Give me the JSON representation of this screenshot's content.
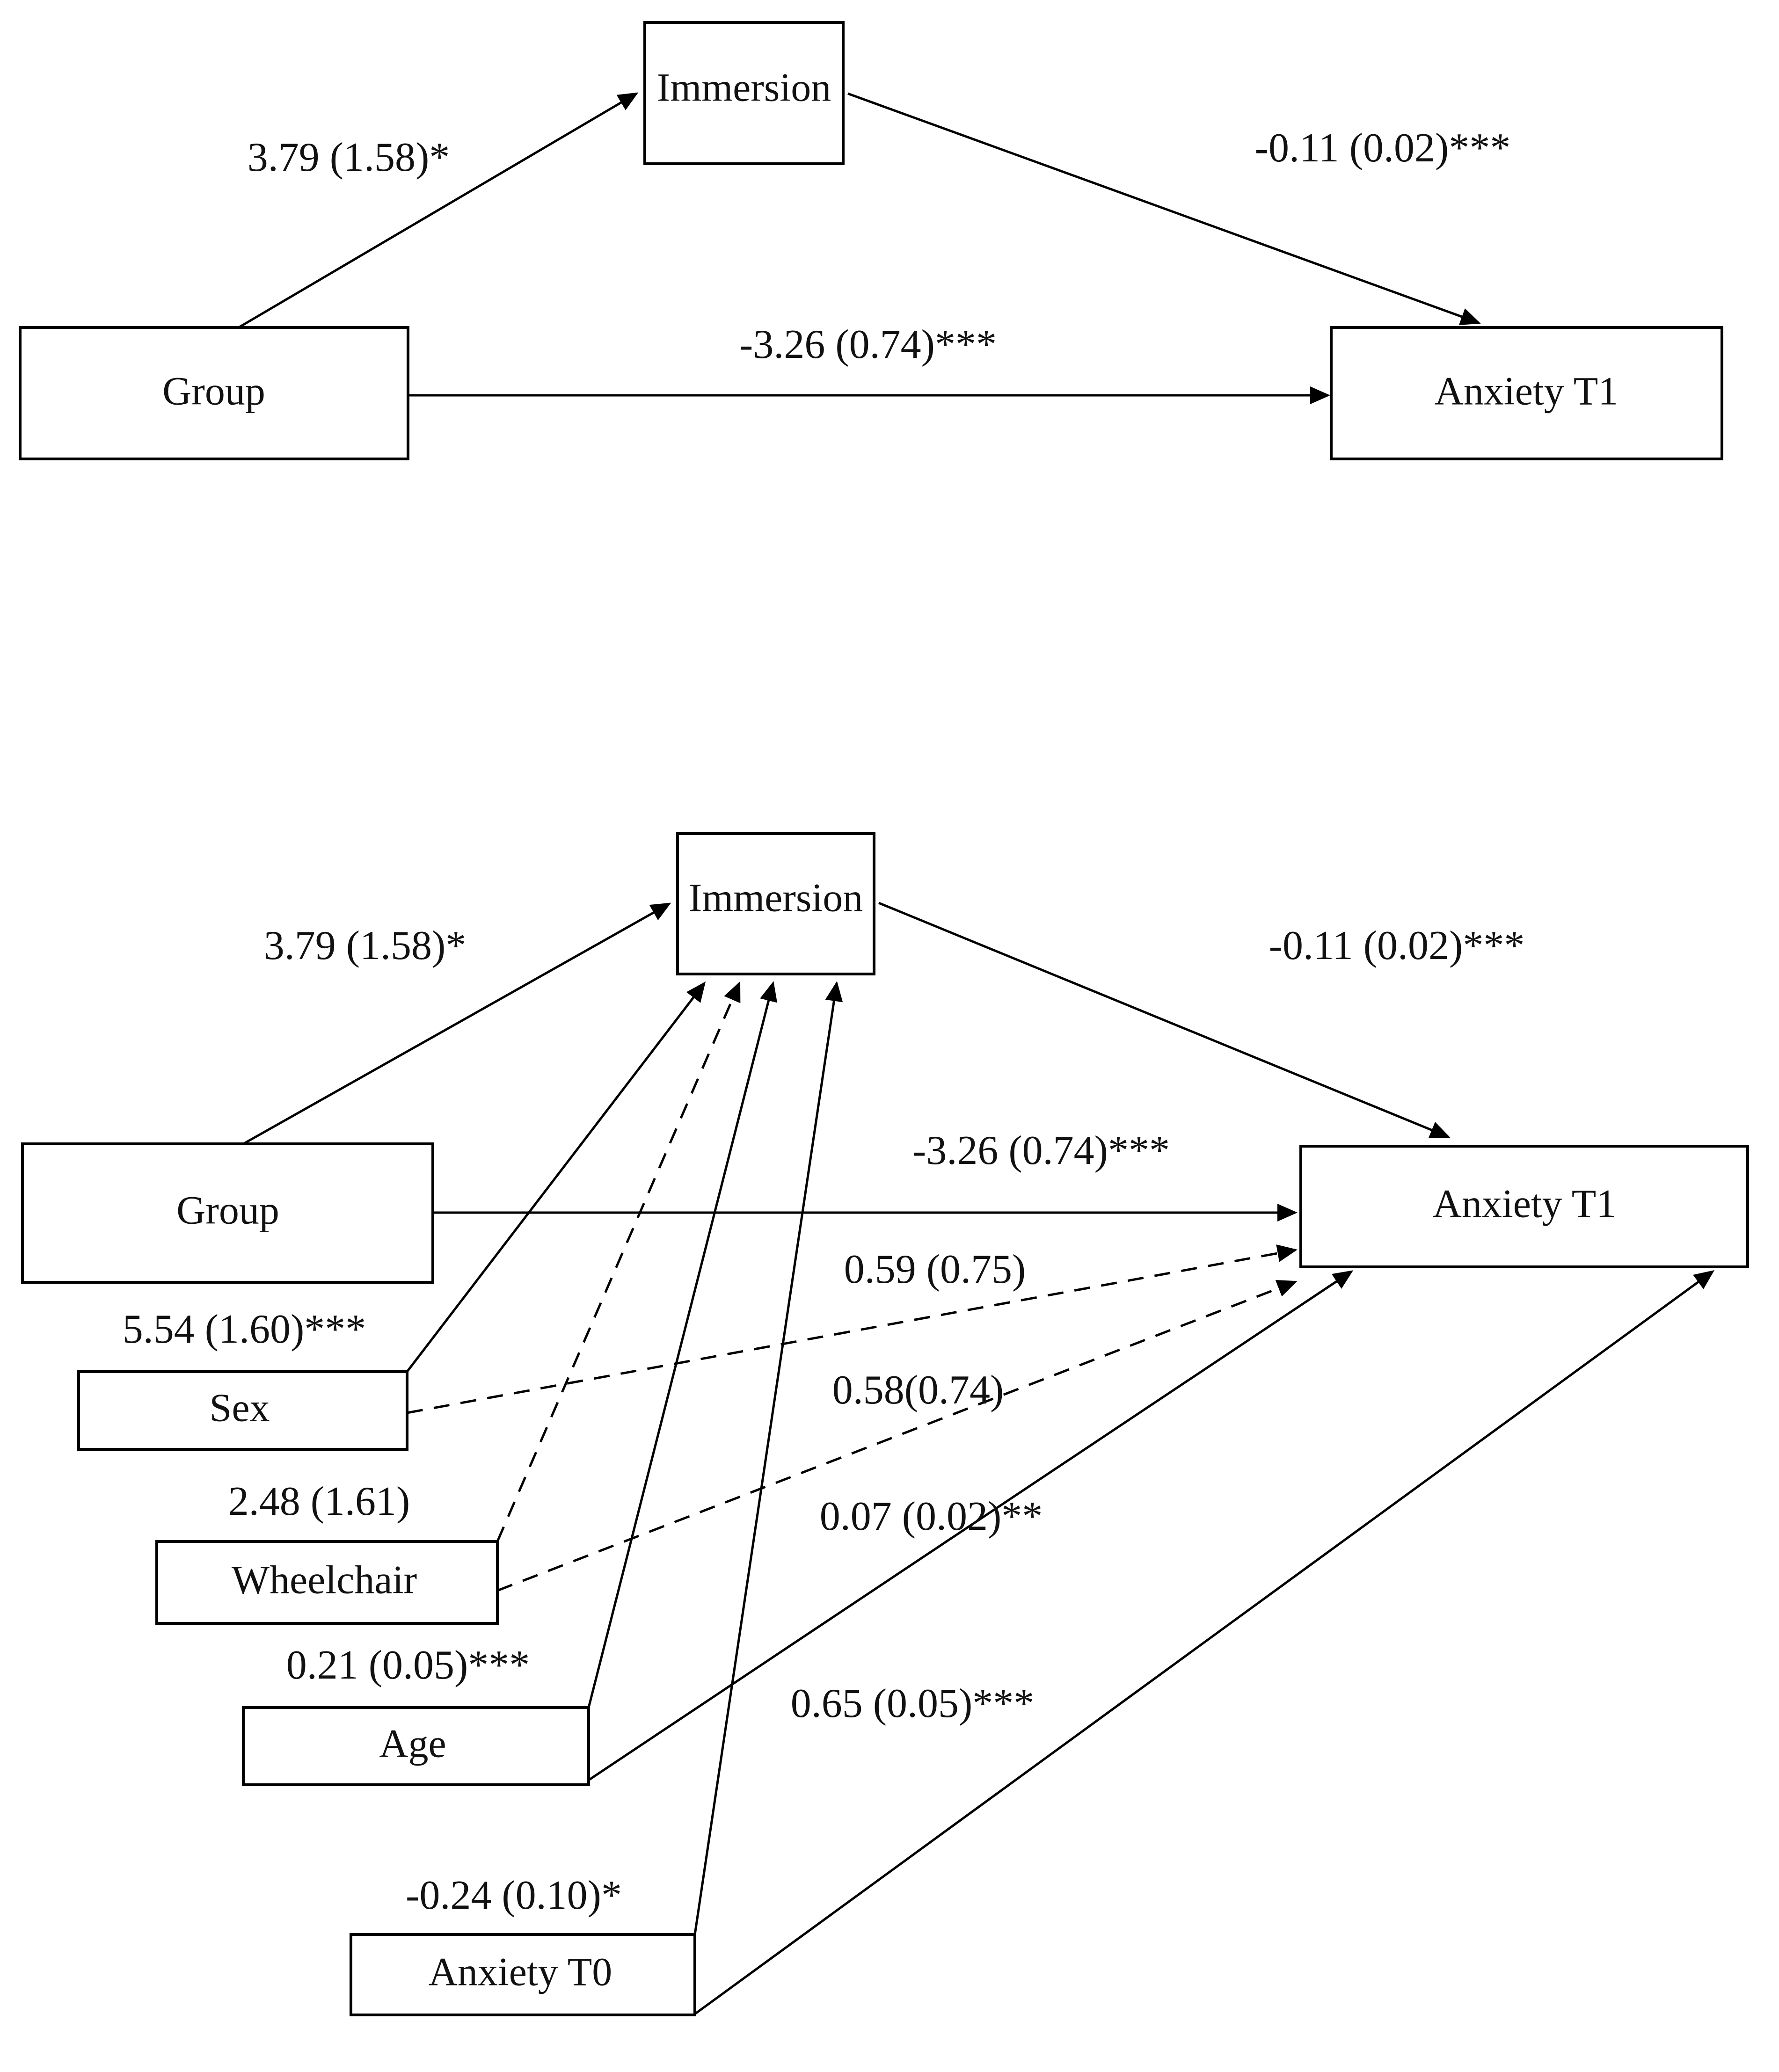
{
  "figure": {
    "type": "path-diagram",
    "description": "Two mediation path diagrams of Group -> Immersion -> Anxiety T1",
    "significance_markers": [
      "*",
      "**",
      "***"
    ],
    "line_styles": {
      "solid": "significant-or-direct",
      "dashed": "non-significant"
    }
  },
  "model_a": {
    "nodes": {
      "group": "Group",
      "immersion": "Immersion",
      "anxiety_t1": "Anxiety T1"
    },
    "paths": {
      "group_to_immersion": "3.79 (1.58)*",
      "immersion_to_anxiety": "-0.11 (0.02)***",
      "group_to_anxiety": "-3.26 (0.74)***"
    }
  },
  "model_b": {
    "nodes": {
      "group": "Group",
      "immersion": "Immersion",
      "anxiety_t1": "Anxiety T1",
      "sex": "Sex",
      "wheelchair": "Wheelchair",
      "age": "Age",
      "anxiety_t0": "Anxiety T0"
    },
    "paths": {
      "group_to_immersion": "3.79 (1.58)*",
      "immersion_to_anxiety": "-0.11 (0.02)***",
      "group_to_anxiety": "-3.26 (0.74)***",
      "sex_to_immersion": "5.54 (1.60)***",
      "sex_to_anxiety": "0.59 (0.75)",
      "wheelchair_to_immersion": "2.48 (1.61)",
      "wheelchair_to_anxiety": "0.58(0.74)",
      "age_to_immersion": "0.21 (0.05)***",
      "age_to_anxiety": "0.07 (0.02)**",
      "anxiety_t0_to_immersion": "-0.24 (0.10)*",
      "anxiety_t0_to_anxiety": "0.65 (0.05)***"
    }
  },
  "chart_data": {
    "type": "diagram",
    "title": "",
    "panels": [
      {
        "name": "model_a",
        "nodes": [
          "Group",
          "Immersion",
          "Anxiety T1"
        ],
        "edges": [
          {
            "from": "Group",
            "to": "Immersion",
            "estimate": 3.79,
            "se": 1.58,
            "sig": "*",
            "style": "solid"
          },
          {
            "from": "Immersion",
            "to": "Anxiety T1",
            "estimate": -0.11,
            "se": 0.02,
            "sig": "***",
            "style": "solid"
          },
          {
            "from": "Group",
            "to": "Anxiety T1",
            "estimate": -3.26,
            "se": 0.74,
            "sig": "***",
            "style": "solid"
          }
        ]
      },
      {
        "name": "model_b",
        "nodes": [
          "Group",
          "Immersion",
          "Anxiety T1",
          "Sex",
          "Wheelchair",
          "Age",
          "Anxiety T0"
        ],
        "edges": [
          {
            "from": "Group",
            "to": "Immersion",
            "estimate": 3.79,
            "se": 1.58,
            "sig": "*",
            "style": "solid"
          },
          {
            "from": "Immersion",
            "to": "Anxiety T1",
            "estimate": -0.11,
            "se": 0.02,
            "sig": "***",
            "style": "solid"
          },
          {
            "from": "Group",
            "to": "Anxiety T1",
            "estimate": -3.26,
            "se": 0.74,
            "sig": "***",
            "style": "solid"
          },
          {
            "from": "Sex",
            "to": "Immersion",
            "estimate": 5.54,
            "se": 1.6,
            "sig": "***",
            "style": "solid"
          },
          {
            "from": "Sex",
            "to": "Anxiety T1",
            "estimate": 0.59,
            "se": 0.75,
            "sig": "",
            "style": "dashed"
          },
          {
            "from": "Wheelchair",
            "to": "Immersion",
            "estimate": 2.48,
            "se": 1.61,
            "sig": "",
            "style": "dashed"
          },
          {
            "from": "Wheelchair",
            "to": "Anxiety T1",
            "estimate": 0.58,
            "se": 0.74,
            "sig": "",
            "style": "dashed"
          },
          {
            "from": "Age",
            "to": "Immersion",
            "estimate": 0.21,
            "se": 0.05,
            "sig": "***",
            "style": "solid"
          },
          {
            "from": "Age",
            "to": "Anxiety T1",
            "estimate": 0.07,
            "se": 0.02,
            "sig": "**",
            "style": "solid"
          },
          {
            "from": "Anxiety T0",
            "to": "Immersion",
            "estimate": -0.24,
            "se": 0.1,
            "sig": "*",
            "style": "solid"
          },
          {
            "from": "Anxiety T0",
            "to": "Anxiety T1",
            "estimate": 0.65,
            "se": 0.05,
            "sig": "***",
            "style": "solid"
          }
        ]
      }
    ]
  }
}
